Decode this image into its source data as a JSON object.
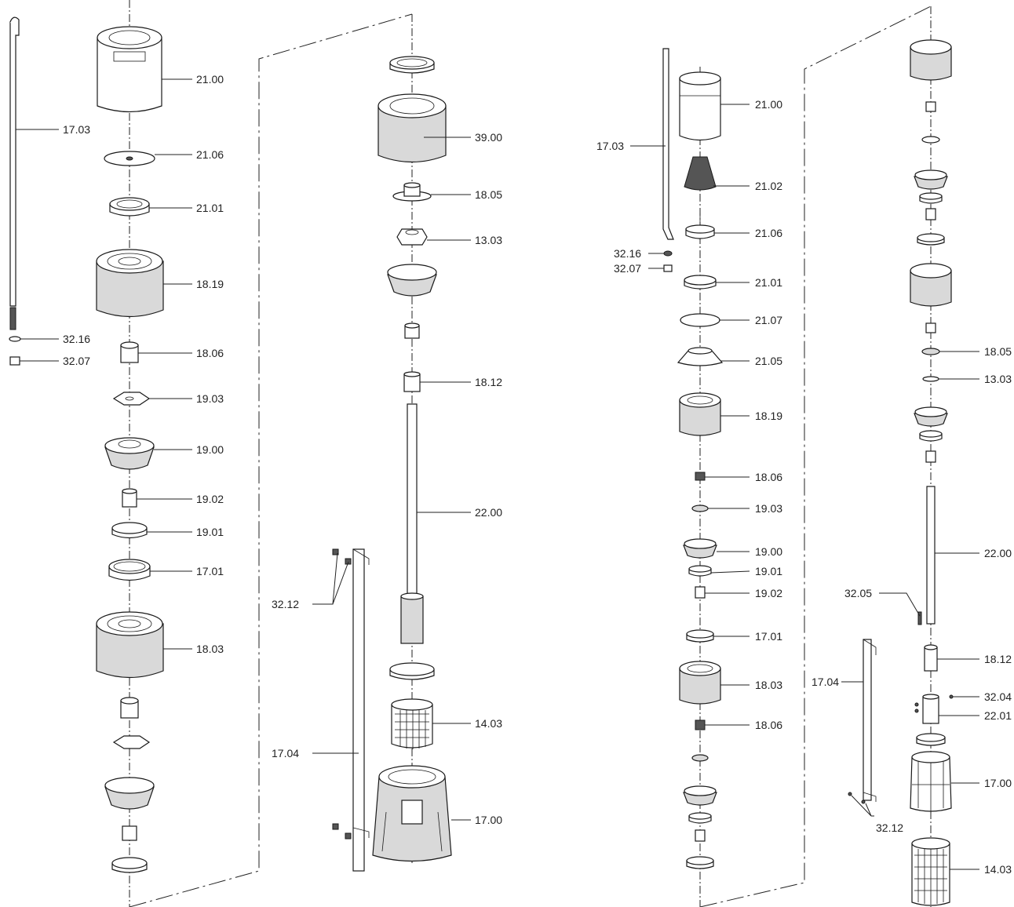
{
  "left_assembly": {
    "labels": {
      "p2100": "21.00",
      "p1703": "17.03",
      "p2106": "21.06",
      "p2101": "21.01",
      "p1819": "18.19",
      "p3216": "32.16",
      "p3207": "32.07",
      "p1806": "18.06",
      "p1903": "19.03",
      "p1900": "19.00",
      "p1902": "19.02",
      "p1901": "19.01",
      "p1701": "17.01",
      "p1803": "18.03",
      "p3900": "39.00",
      "p1805": "18.05",
      "p1303": "13.03",
      "p1812": "18.12",
      "p2200": "22.00",
      "p3212": "32.12",
      "p1403": "14.03",
      "p1704": "17.04",
      "p1700": "17.00"
    }
  },
  "right_assembly": {
    "labels": {
      "p1703": "17.03",
      "p2100": "21.00",
      "p2102": "21.02",
      "p2106": "21.06",
      "p3216": "32.16",
      "p3207": "32.07",
      "p2101": "21.01",
      "p2107": "21.07",
      "p2105": "21.05",
      "p1819": "18.19",
      "p1806a": "18.06",
      "p1903": "19.03",
      "p1900": "19.00",
      "p1901": "19.01",
      "p1902": "19.02",
      "p1701": "17.01",
      "p1803": "18.03",
      "p1806b": "18.06",
      "p1805": "18.05",
      "p1303": "13.03",
      "p2200": "22.00",
      "p3205": "32.05",
      "p1812": "18.12",
      "p1704": "17.04",
      "p3204": "32.04",
      "p2201": "22.01",
      "p1700": "17.00",
      "p3212": "32.12",
      "p1403": "14.03"
    }
  }
}
